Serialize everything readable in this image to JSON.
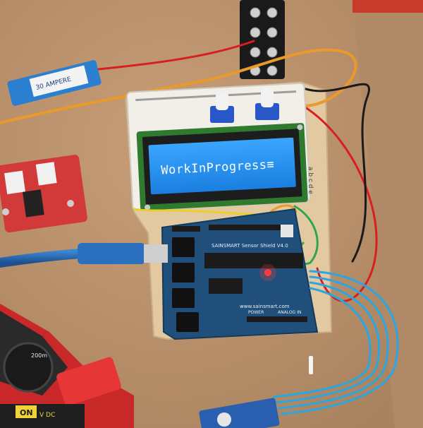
{
  "lcd": {
    "text": "WorkInProgress≡"
  },
  "esc_label": "30 AMPERE",
  "shield": {
    "title": "SAINSMART Sensor Shield V4.0",
    "website": "www.sainsmart.com",
    "power_label": "POWER",
    "analog_label": "ANALOG IN"
  },
  "breadboard_letters": "a b c d e",
  "multimeter": {
    "on_label": "ON",
    "range_label": "200m",
    "unit_label": "V DC"
  },
  "colors": {
    "desk": "#b78f6a",
    "plywood": "#e0c7a0",
    "lcd_screen": "#1f8ff0",
    "lcd_pcb": "#2f7a2f",
    "shield_pcb": "#1f4f7a",
    "wire_red": "#d81f1f",
    "wire_orange": "#e89a2a",
    "wire_blue": "#2aa6e0",
    "wire_green": "#2fa64a"
  }
}
